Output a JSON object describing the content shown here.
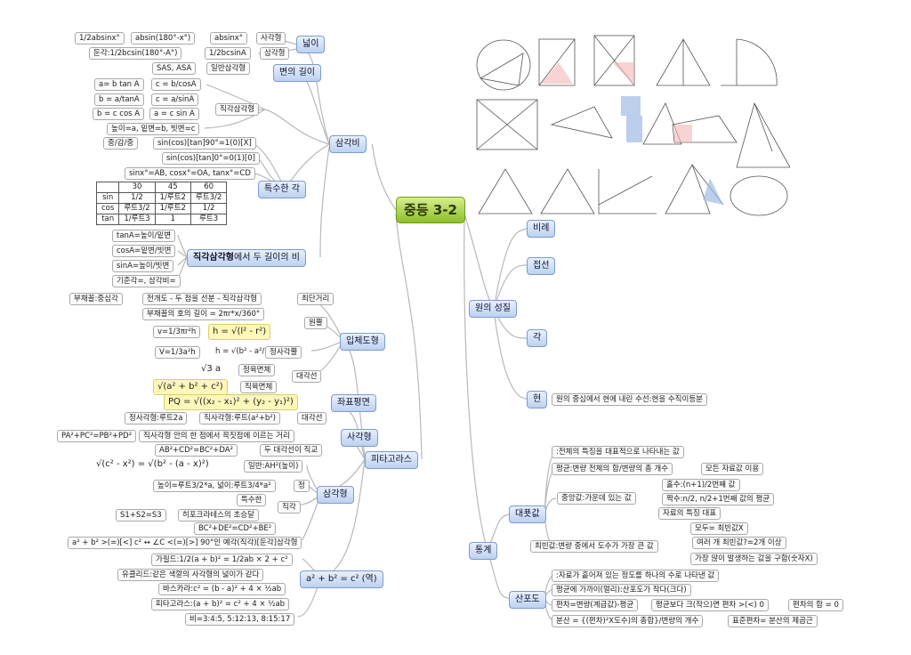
{
  "center": "중등 3-2",
  "branches": {
    "trig": "삼각비",
    "circle": "원의 성질",
    "stat": "통계",
    "pyth": "피타고라스"
  },
  "trig": {
    "area": "넓이",
    "area_1": "1/2absinx°",
    "area_2": "absin(180°-x°)",
    "area_3": "absinx°",
    "area_4": "사각형",
    "area_5": "둔각:1/2bcsin(180°-A°)",
    "area_6": "1/2bcsinA",
    "area_7": "삼각형",
    "side": "변의 길이",
    "side_1": "SAS, ASA",
    "side_2": "일반삼각형",
    "side_3": "a= b tan A",
    "side_4": "c = b/cosA",
    "side_5": "b = a/tanA",
    "side_6": "c = a/sinA",
    "side_7": "b = c cos A",
    "side_8": "a = c sin A",
    "side_9": "직각삼각형",
    "side_10": "높이=a, 밑변=b, 빗변=c",
    "special": "특수한 각",
    "sp_1": "중/감/중",
    "sp_2": "sin(cos)[tan]90°=1(0)[X]",
    "sp_3": "sin(cos)[tan]0°=0(1)[0]",
    "sp_4": "sinx°=AB, cosx°=OA, tanx°=CD",
    "table": {
      "header": [
        "",
        "30",
        "45",
        "60"
      ],
      "rows": [
        [
          "sin",
          "1/2",
          "1/루트2",
          "루트3/2"
        ],
        [
          "cos",
          "루트3/2",
          "1/루트2",
          "1/2"
        ],
        [
          "tan",
          "1/루트3",
          "1",
          "루트3"
        ]
      ]
    },
    "ratio_label_bold": "직각삼각형",
    "ratio_label_rest": "에서 두 길이의 비",
    "ratio_1": "tanA=높이/밑변",
    "ratio_2": "cosA=밑변/빗변",
    "ratio_3": "sinA=높이/빗변",
    "ratio_4": "기준각=, 삼각비="
  },
  "pyth": {
    "solid": "입체도형",
    "s_1": "부채꼴:중심각",
    "s_2": "전개도 - 두 점을 선분 - 직각삼각형",
    "s_3": "최단거리",
    "s_4": "부채꼴의 호의 길이 = 2πr*x/360°",
    "s_5": "v=1/3πr²h",
    "s_6": "h = √(l² - r²)",
    "s_7": "원뿔",
    "s_8": "V=1/3a²h",
    "s_9": "h = √(b² - a²/2)",
    "s_10": "정사각뿔",
    "s_11": "√3 a",
    "s_12": "정육면체",
    "s_13": "대각선",
    "s_14": "√(a² + b² + c²)",
    "s_15": "직육면체",
    "coord": "좌표평면",
    "c_1": "PQ = √((x₂ - x₁)² + (y₂ - y₁)²)",
    "rect": "사각형",
    "r_1": "정사각형:루트2a",
    "r_2": "직사각형:루트(a²+b²)",
    "r_3": "대각선",
    "r_4": "PA²+PC²=PB²+PD²",
    "r_5": "직사각형 안의 한 점에서 꼭짓점에 이르는 거리",
    "r_6": "AB²+CD²=BC²+DA²",
    "r_7": "두 대각선이 직교",
    "tri": "삼각형",
    "t_1": "√(c² - x²) = √(b² - (a - x)²)",
    "t_2": "일반:AH²(높이)",
    "t_3": "높이=루트3/2*a, 넓이:루트3/4*a²",
    "t_4": "정",
    "t_5": "특수한",
    "t_6": "직각",
    "t_7": "S1+S2=S3",
    "t_8": "히포크라테스의 초승달",
    "t_9": "BC²+DE²=CD²+BE²",
    "t_10": "a² + b² >(=)[<] c² ↔ ∠C <(=)[>] 90°인 예각(직각)[둔각]삼각형",
    "eq": "a² + b² = c² (역)",
    "e_1": "가필드:1/2(a + b)² = 1/2ab × 2 + c²",
    "e_2": "유클리드:같은 색깔의 사각형의 넓이가 같다",
    "e_3": "바스카라:c² = (b - a)² + 4 × ½ab",
    "e_4": "피타고라스:(a + b)² = c² + 4 × ½ab",
    "e_5": "비=3:4:5, 5:12:13, 8:15:17"
  },
  "circle": {
    "c_1": "비례",
    "c_2": "접선",
    "c_3": "각",
    "c_4": "현",
    "c_4_detail": "원의 중심에서 현에 내린 수선:현을 수직이등분"
  },
  "stat": {
    "rep": "대푯값",
    "rep_1": ":전체의 특징을 대표적으로 나타내는 값",
    "rep_2": "평균:변량 전체의 합/변량의 총 개수",
    "rep_3": "모든 자료값 이용",
    "rep_4": "중앙값:가운데 있는 값",
    "rep_5": "홀수:(n+1)/2번째 값",
    "rep_6": "짝수:n/2, n/2+1번째 값의 평균",
    "rep_7": "자료의 특징 대표",
    "rep_8": "최빈값:변량 중에서 도수가 가장 큰 값",
    "rep_9": "모두= 최빈값X",
    "rep_10": "여러 개 최빈값?=2개 이상",
    "rep_11": "가장 많이 발생하는 값을 구함(숫자X)",
    "scat": "산포도",
    "sc_1": ":자료가 흩어져 있는 정도를 하나의 수로 나타낸 값",
    "sc_2": "평균에 가까이(멀리):산포도가 작다(크다)",
    "sc_3": "편차=변량(계급값)-평균",
    "sc_4": "평균보다 크(작으)면 편차 >(<) 0",
    "sc_5": "편차의 합 = 0",
    "sc_6": "분산 = {(편차)²X도수)의 총합}/변량의 개수",
    "sc_7": "표준편차= 분산의 제곱근"
  },
  "colors": {
    "center": "#8cbf2a",
    "branch": "#bcd1f0",
    "highlight": "#fdf7b8",
    "line": "#b8b8b8"
  }
}
